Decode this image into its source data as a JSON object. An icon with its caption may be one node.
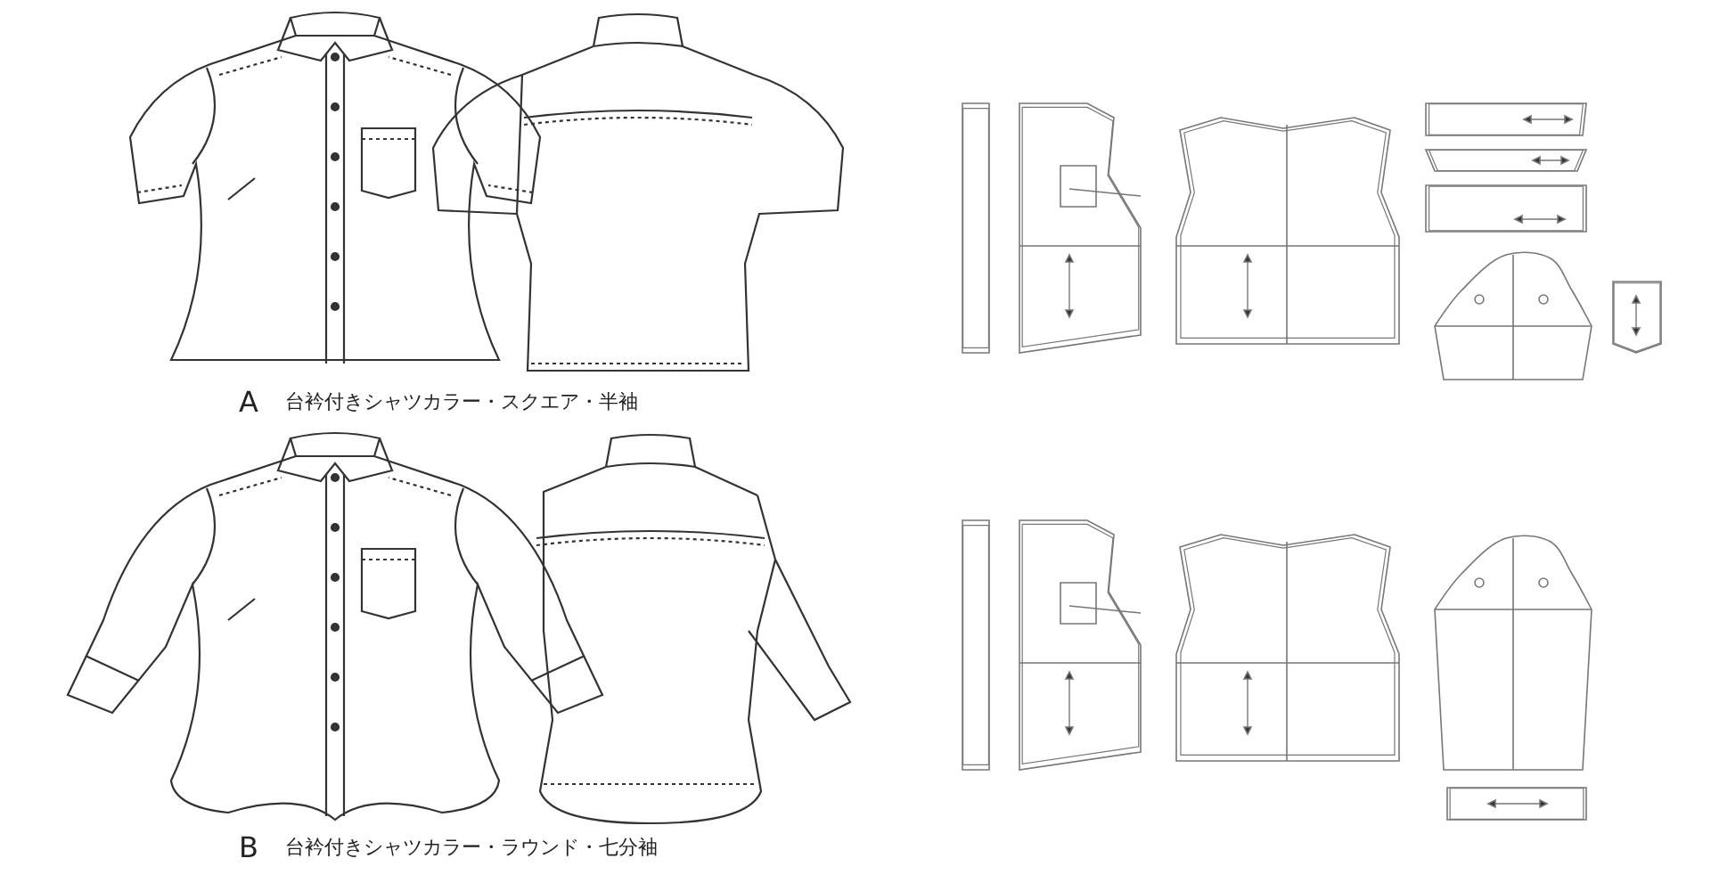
{
  "diagram": {
    "labels": [
      "A",
      "台衿付きシャツカラー・スクエア・半袖",
      "B",
      "台衿付きシャツカラー・ラウンド・七分袖"
    ]
  }
}
